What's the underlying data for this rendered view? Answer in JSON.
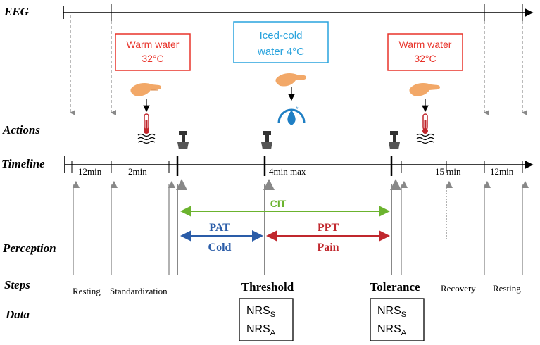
{
  "rows": {
    "eeg": "EEG",
    "actions": "Actions",
    "timeline": "Timeline",
    "perception": "Perception",
    "steps": "Steps",
    "data": "Data"
  },
  "water_boxes": {
    "warm_left": {
      "line1": "Warm water",
      "line2": "32°C"
    },
    "iced": {
      "line1": "Iced-cold",
      "line2": "water 4°C"
    },
    "warm_right": {
      "line1": "Warm water",
      "line2": "32°C"
    }
  },
  "durations": {
    "resting_1": "12min",
    "standardization": "2min",
    "cold": "4min max",
    "recovery": "15 min",
    "resting_2": "12min"
  },
  "perception": {
    "cit": "CIT",
    "pat": "PAT",
    "cold": "Cold",
    "ppt": "PPT",
    "pain": "Pain"
  },
  "steps": {
    "resting_1": "Resting",
    "standardization": "Standardization",
    "threshold": "Threshold",
    "tolerance": "Tolerance",
    "recovery": "Recovery",
    "resting_2": "Resting"
  },
  "data_boxes": {
    "threshold": {
      "r1_main": "NRS",
      "r1_sub": "S",
      "r2_main": "NRS",
      "r2_sub": "A"
    },
    "tolerance": {
      "r1_main": "NRS",
      "r1_sub": "S",
      "r2_main": "NRS",
      "r2_sub": "A"
    }
  },
  "colors": {
    "red": "#e8332a",
    "blue": "#29a3dd",
    "green": "#6bb32e",
    "navy": "#2a5ca8",
    "darkred": "#c0272d"
  },
  "icons": [
    "hand-icon",
    "thermometer-icon",
    "cold-drop-icon",
    "water-tap-icon"
  ]
}
